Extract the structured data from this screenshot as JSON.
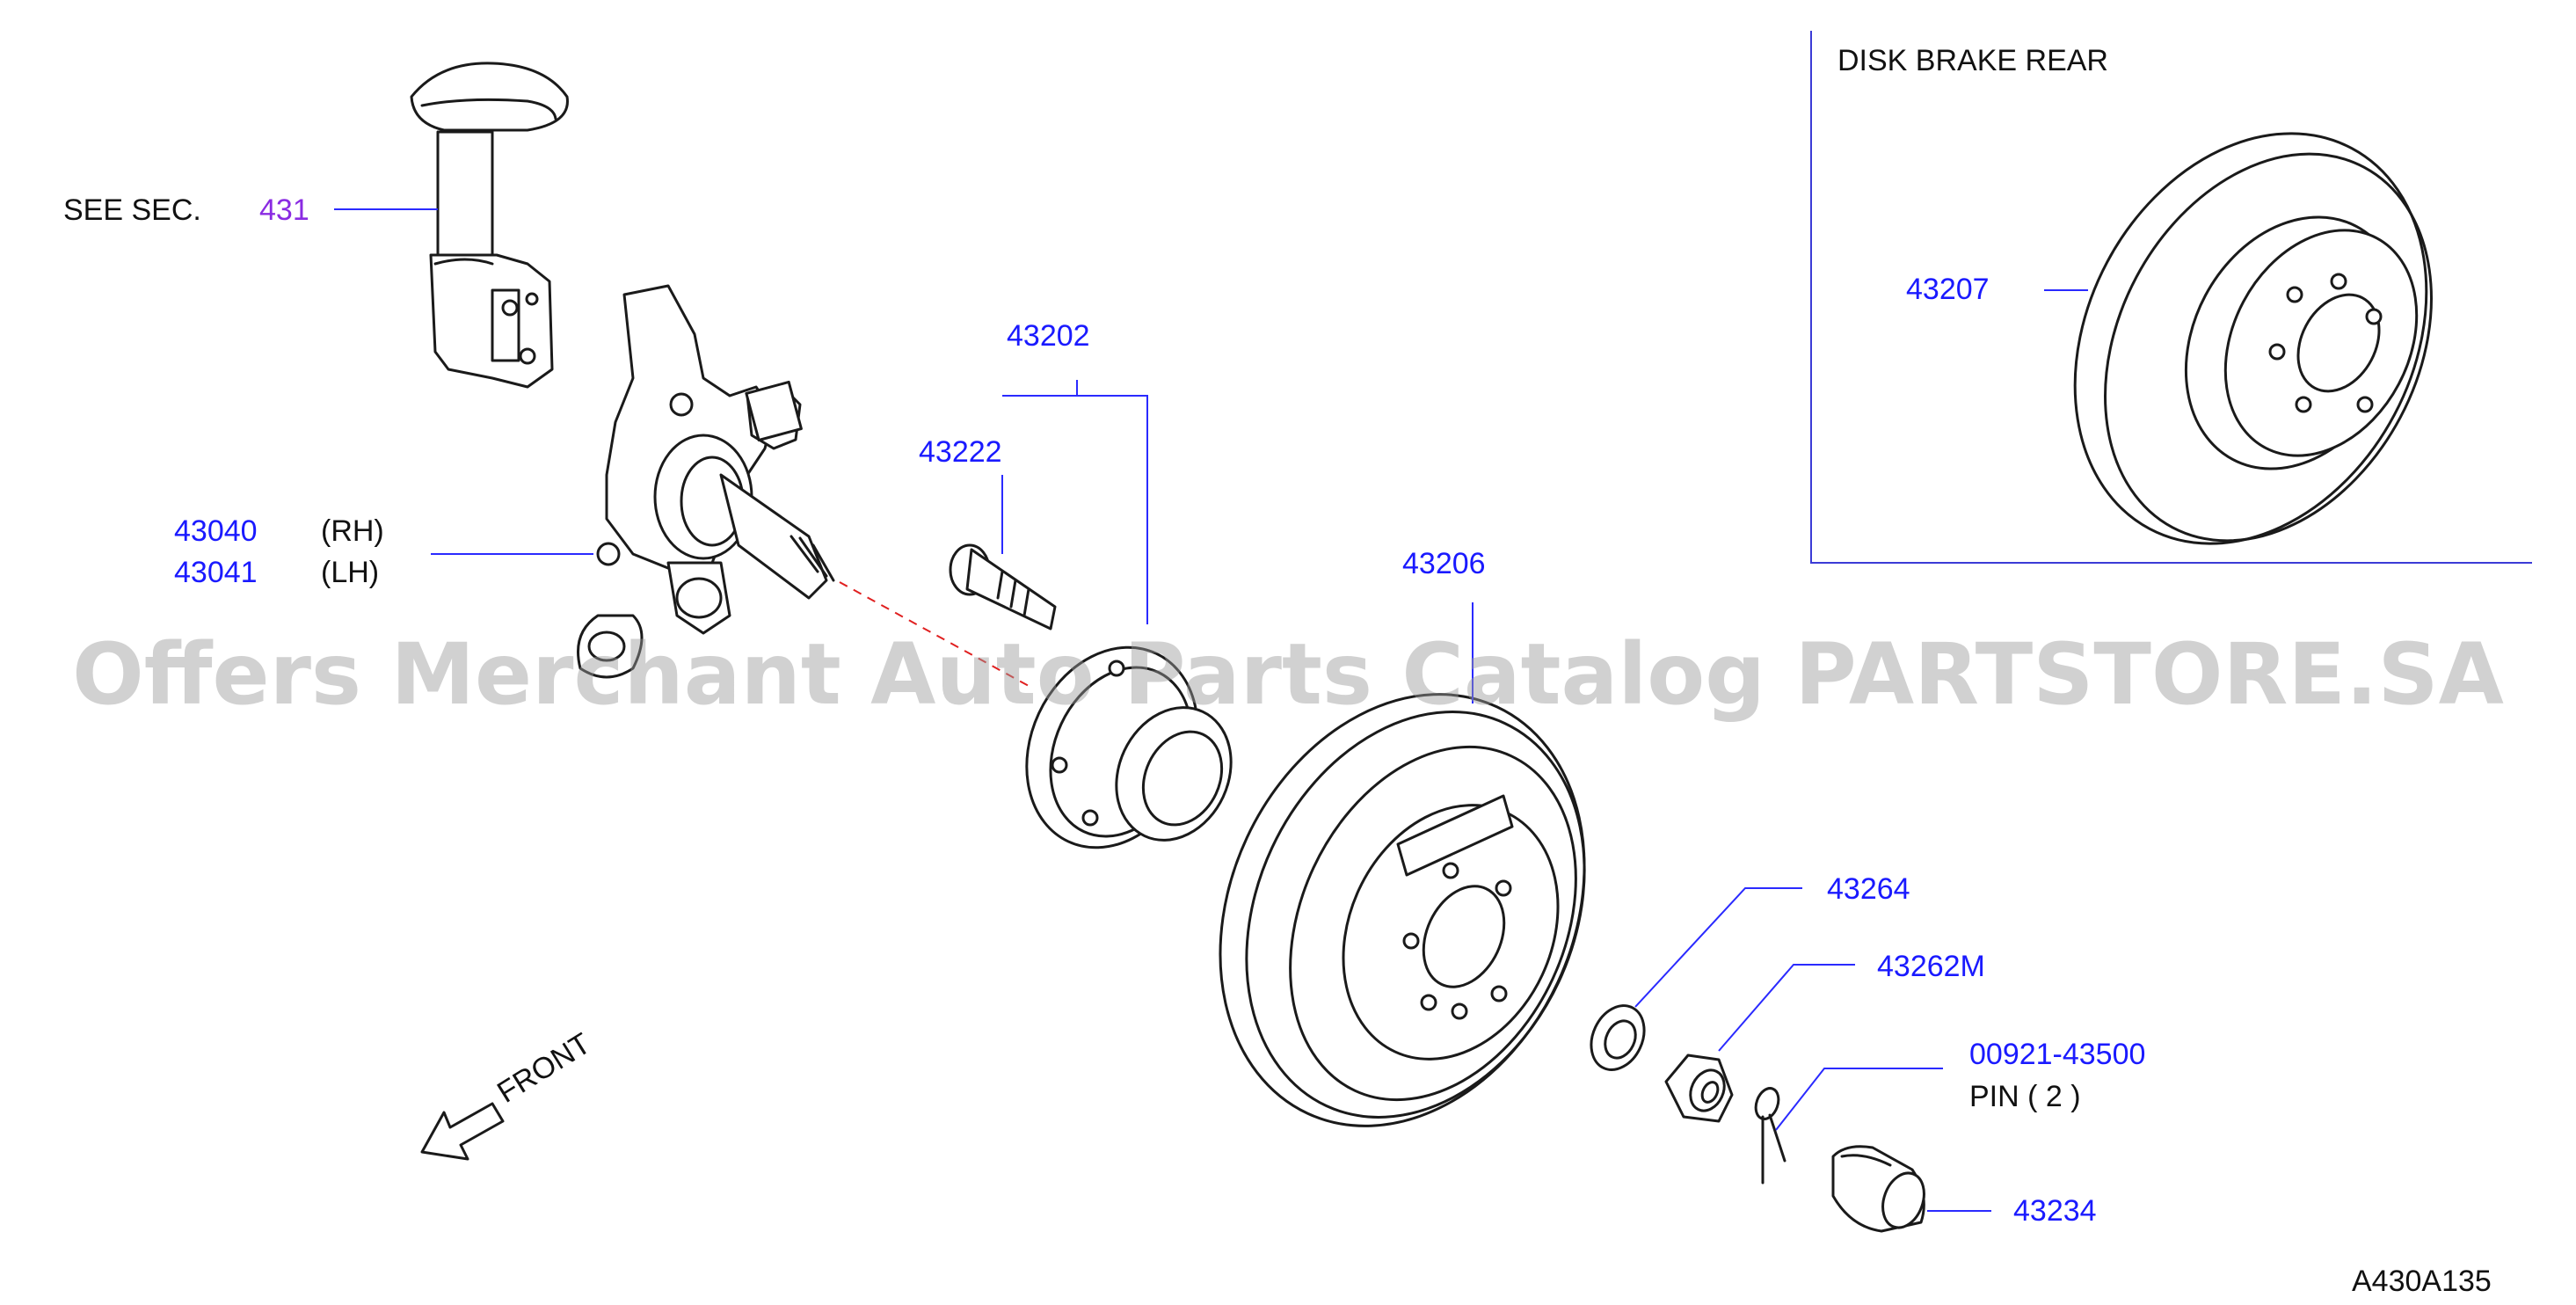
{
  "section_reference": {
    "prefix": "SEE   SEC.",
    "number": "431"
  },
  "inset": {
    "title": "DISK   BRAKE   REAR",
    "part": "43207"
  },
  "parts": {
    "knuckle_rh": "43040",
    "knuckle_rh_side": "(RH)",
    "knuckle_lh": "43041",
    "knuckle_lh_side": "(LH)",
    "hub_assembly": "43202",
    "hub_bolt": "43222",
    "brake_drum": "43206",
    "washer": "43264",
    "nut": "43262M",
    "pin_number": "00921-43500",
    "pin_label": "PIN   (  2  )",
    "cap": "43234"
  },
  "front_label": "FRONT",
  "diagram_code": "A430A135",
  "watermark": "Offers Merchant Auto Parts Catalog PARTSTORE.SA",
  "colors": {
    "part_link": "#1a1aff",
    "section_link": "#8a2be2",
    "leader": "#2a2aff",
    "linework": "#1a1a1a"
  }
}
